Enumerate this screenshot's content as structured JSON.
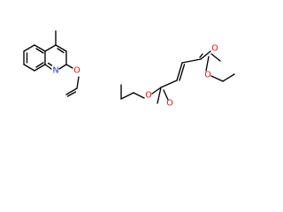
{
  "molecules": [
    {
      "id": "quinoline",
      "labels": {
        "nitrogen": "N",
        "oxygen": "O"
      }
    },
    {
      "id": "diethyl-ester",
      "labels": {
        "oxygen_1": "O",
        "oxygen_2": "O",
        "oxygen_3": "O",
        "oxygen_4": "O"
      }
    }
  ],
  "colors": {
    "bond": "#000000",
    "nitrogen": "#2233dd",
    "oxygen": "#e01010",
    "background": "#ffffff"
  }
}
